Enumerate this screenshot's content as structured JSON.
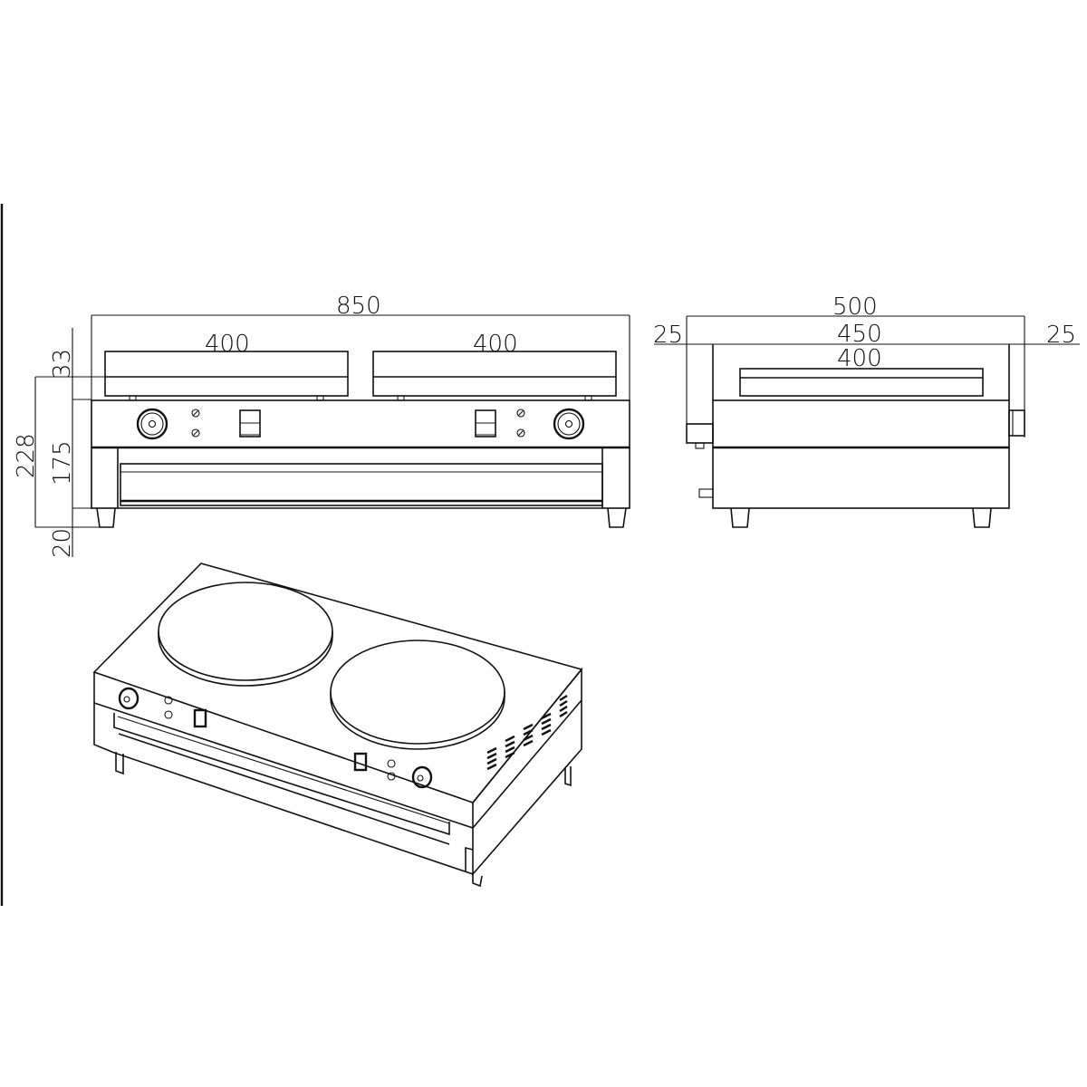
{
  "drawing": {
    "title": "Double crepe maker dimension drawing",
    "units": "mm",
    "front_view": {
      "overall_width": "850",
      "plate_left_width": "400",
      "plate_right_width": "400",
      "plate_height": "33",
      "body_height": "175",
      "overall_height": "228",
      "leg_height": "20"
    },
    "side_view": {
      "overall_depth": "500",
      "body_depth": "450",
      "plate_depth": "400",
      "left_offset": "25",
      "right_offset": "25"
    },
    "isometric_view": {
      "description": "Isometric view of double-plate crepe maker with two circular plates, two thermostat knobs, indicator lights, rocker switches, side vents and a drip tray"
    }
  }
}
